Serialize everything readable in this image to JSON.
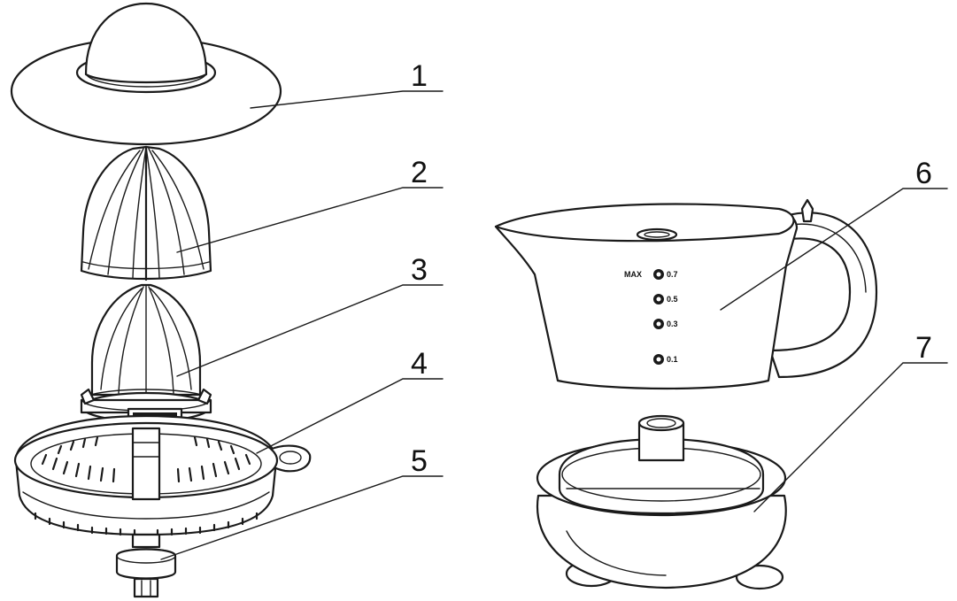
{
  "callouts": [
    {
      "id": "1",
      "label": "1"
    },
    {
      "id": "2",
      "label": "2"
    },
    {
      "id": "3",
      "label": "3"
    },
    {
      "id": "4",
      "label": "4"
    },
    {
      "id": "5",
      "label": "5"
    },
    {
      "id": "6",
      "label": "6"
    },
    {
      "id": "7",
      "label": "7"
    }
  ],
  "jug_markings": {
    "max_label": "MAX",
    "levels": [
      "0.7",
      "0.5",
      "0.3",
      "0.1"
    ]
  },
  "colors": {
    "line": "#1a1a1a",
    "background": "#ffffff"
  }
}
